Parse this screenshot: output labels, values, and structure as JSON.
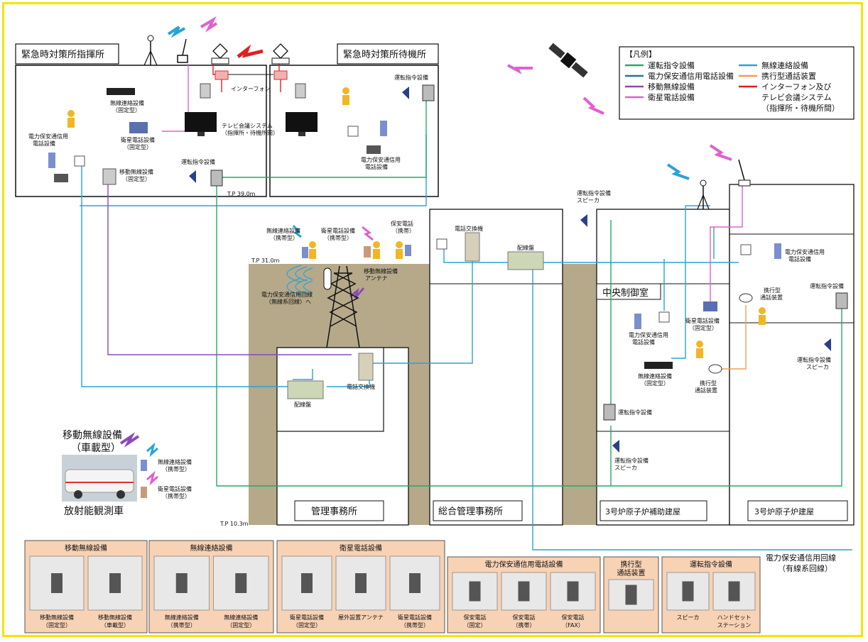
{
  "legend": {
    "title": "【凡例】",
    "items": [
      {
        "label": "運転指令設備",
        "color": "#22aa66"
      },
      {
        "label": "電力保安通信用電話設備",
        "color": "#1f7a8c"
      },
      {
        "label": "移動無線設備",
        "color": "#8a4bb5"
      },
      {
        "label": "衛星電話設備",
        "color": "#e060d0"
      },
      {
        "label": "無線連絡設備",
        "color": "#29a3d6"
      },
      {
        "label": "携行型通話装置",
        "color": "#f0a050"
      },
      {
        "label": "インターフォン及び",
        "color": "#e02020"
      }
    ],
    "intercom_line2": "テレビ会議システム",
    "intercom_line3": "（指揮所・待機所間）"
  },
  "buildings": {
    "command_post": "緊急時対策所指揮所",
    "waiting_room": "緊急時対策所待機所",
    "admin_office": "管理事務所",
    "general_admin": "総合管理事務所",
    "aux_building": "3号炉原子炉補助建屋",
    "reactor_building": "3号炉原子炉建屋",
    "control_room": "中央制御室"
  },
  "elevations": {
    "tp39": "T.P 39.0m",
    "tp31": "T.P 31.0m",
    "tp10": "T.P 10.3m"
  },
  "equipment_labels": {
    "radio_fixed_1": "無線連絡設備",
    "radio_fixed_2": "（固定型）",
    "sat_fixed_1": "衛星電話設備",
    "sat_fixed_2": "（固定型）",
    "power_phone_1": "電力保安通信用",
    "power_phone_2": "電話設備",
    "mobile_fixed_1": "移動無線設備",
    "mobile_fixed_2": "（固定型）",
    "ops_cmd": "運転指令設備",
    "intercom": "インターフォン",
    "tv_conf_1": "テレビ会議システム",
    "tv_conf_2": "（指揮所・待機所間）",
    "ops_cmd_w": "運転指令設備",
    "power_phone_w1": "電力保安通信用",
    "power_phone_w2": "電話設備",
    "radio_port_1": "無線連絡設備",
    "radio_port_2": "（携帯型）",
    "sat_port_1": "衛星電話設備",
    "sat_port_2": "（携帯型）",
    "sec_phone_1": "保安電話",
    "sec_phone_2": "（携帯）",
    "mobile_antenna_1": "移動無線設備",
    "mobile_antenna_2": "アンテナ",
    "power_line_1": "電力保安通信用回線",
    "power_line_2": "（無線系回線）へ",
    "exchange_1": "電話交換機",
    "distribution_1": "配線盤",
    "exchange_2": "電話交換機",
    "distribution_2": "配線盤",
    "ops_speaker_1": "運転指令設備",
    "ops_speaker_2": "スピーカ",
    "power_phone_r1": "電力保安通信用",
    "power_phone_r2": "電話設備",
    "portable_call_1": "携行型",
    "portable_call_2": "通話装置",
    "ops_cmd_r": "運転指令設備",
    "power_phone_c1": "電力保安通信用",
    "power_phone_c2": "電話設備",
    "sat_fixed_c1": "衛星電話設備",
    "sat_fixed_c2": "（固定型）",
    "radio_fixed_c1": "無線連絡設備",
    "radio_fixed_c2": "（固定型）",
    "portable_call_c1": "携行型",
    "portable_call_c2": "通話装置",
    "ops_cmd_c": "運転指令設備",
    "ops_speaker_c1": "運転指令設備",
    "ops_speaker_c2": "スピーカ",
    "ops_speaker_r1": "運転指令設備",
    "ops_speaker_r2": "スピーカ",
    "mobile_vehicle_1": "移動無線設備",
    "mobile_vehicle_2": "（車載型）",
    "vehicle_name": "放射能観測車",
    "veh_radio_1": "無線連絡設備",
    "veh_radio_2": "（携帯型）",
    "veh_sat_1": "衛星電話設備",
    "veh_sat_2": "（携帯型）",
    "wired_line_1": "電力保安通信用回線",
    "wired_line_2": "（有線系回線）"
  },
  "panels": [
    {
      "title": "移動無線設備",
      "items": [
        [
          "移動無線設備",
          "（固定型）"
        ],
        [
          "移動無線設備",
          "（車載型）"
        ]
      ]
    },
    {
      "title": "無線連絡設備",
      "items": [
        [
          "無線連絡設備",
          "（携帯型）"
        ],
        [
          "無線連絡設備",
          "（固定型）"
        ]
      ]
    },
    {
      "title": "衛星電話設備",
      "items": [
        [
          "衛星電話設備",
          "（固定型）"
        ],
        [
          "屋外設置アンテナ",
          ""
        ],
        [
          "衛星電話設備",
          "（携帯型）"
        ]
      ]
    },
    {
      "title": "電力保安通信用電話設備",
      "items": [
        [
          "保安電話",
          "（固定）"
        ],
        [
          "保安電話",
          "（携帯）"
        ],
        [
          "保安電話",
          "（FAX）"
        ]
      ]
    },
    {
      "title": "携行型",
      "title2": "通話装置",
      "items": [
        [
          "",
          ""
        ]
      ]
    },
    {
      "title": "運転指令設備",
      "items": [
        [
          "スピーカ",
          ""
        ],
        [
          "ハンドセット",
          "ステーション"
        ]
      ]
    }
  ],
  "colors": {
    "ops": "#22aa66",
    "power": "#1f7a8c",
    "mobile": "#8a4bb5",
    "sat": "#e060d0",
    "radio": "#29a3d6",
    "portable": "#f0a050",
    "intercom": "#e02020",
    "ground": "#b5a98a",
    "panel": "#f8d2b4"
  }
}
